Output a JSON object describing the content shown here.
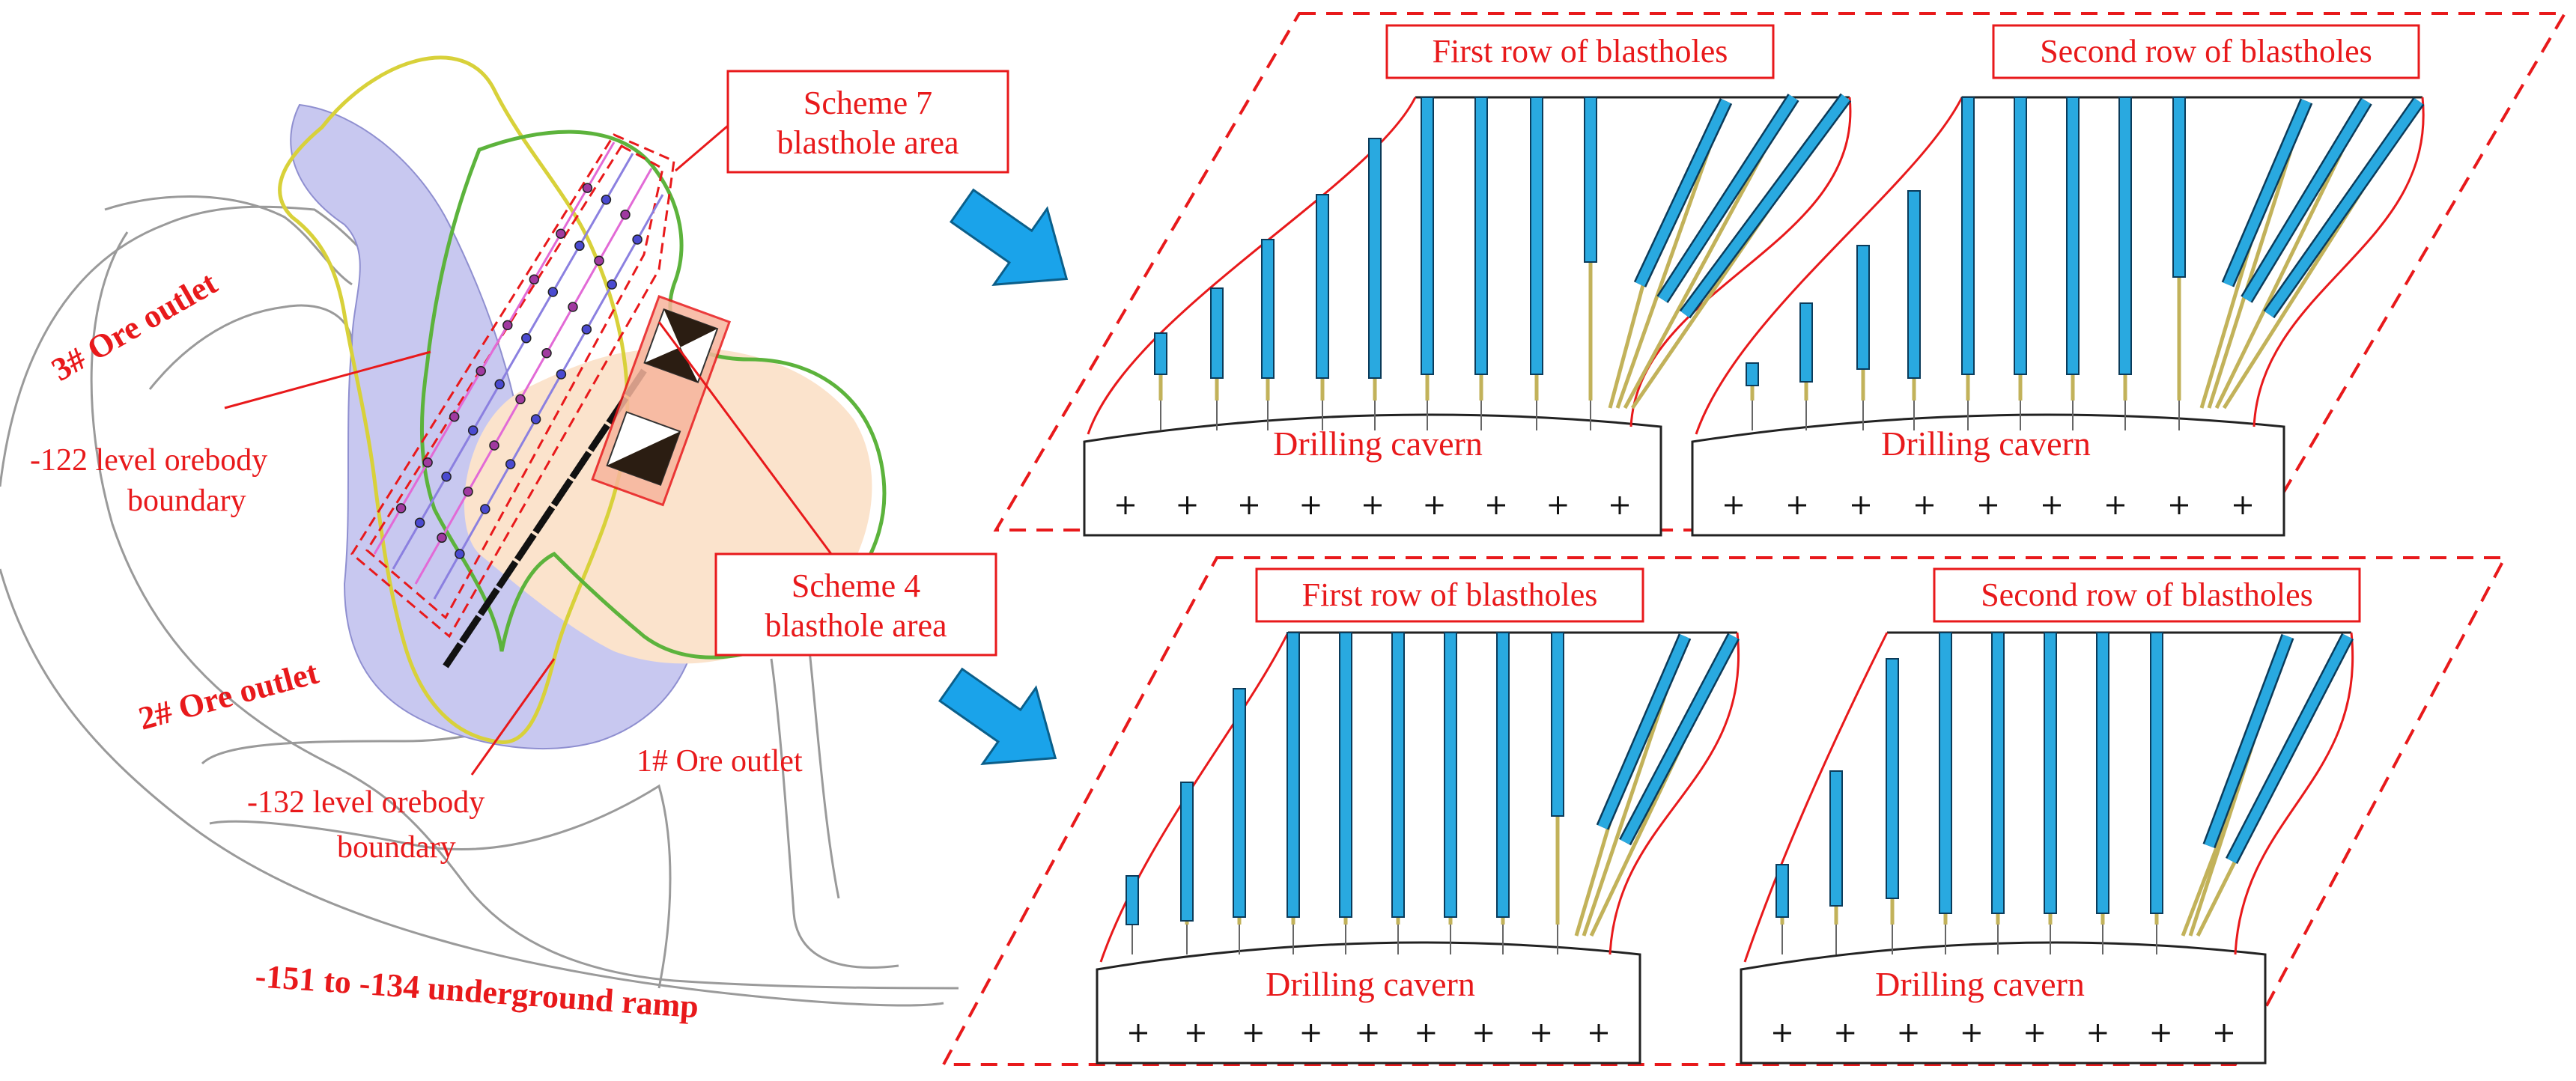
{
  "colors": {
    "accent_red": "#e8191b",
    "blue_hole": "#29a9e0",
    "arrow_blue": "#1aa3ea",
    "orebody_fill": "#fbe3cc",
    "boundary_yellow": "#d8d13a",
    "boundary_green": "#5cb33c",
    "lavender": "#c8c8f0"
  },
  "map": {
    "label_3_outlet": "3# Ore outlet",
    "label_2_outlet": "2# Ore outlet",
    "label_1_outlet": "1# Ore outlet",
    "label_122_line1": "-122 level orebody",
    "label_122_line2": "boundary",
    "label_132_line1": "-132 level orebody",
    "label_132_line2": "boundary",
    "label_ramp": "-151 to -134 underground ramp",
    "scheme7_line1": "Scheme 7",
    "scheme7_line2": "blasthole  area",
    "scheme4_line1": "Scheme 4",
    "scheme4_line2": "blasthole  area"
  },
  "top_panel": {
    "row1_title": "First row of blastholes",
    "row2_title": "Second row of blastholes",
    "cavern1": "Drilling cavern",
    "cavern2": "Drilling cavern"
  },
  "bottom_panel": {
    "row1_title": "First row of blastholes",
    "row2_title": "Second row of blastholes",
    "cavern1": "Drilling cavern",
    "cavern2": "Drilling cavern"
  },
  "icons": {
    "arrow1": "blue-arrow-icon",
    "arrow2": "blue-arrow-icon",
    "cross": "plus-marker-icon"
  }
}
